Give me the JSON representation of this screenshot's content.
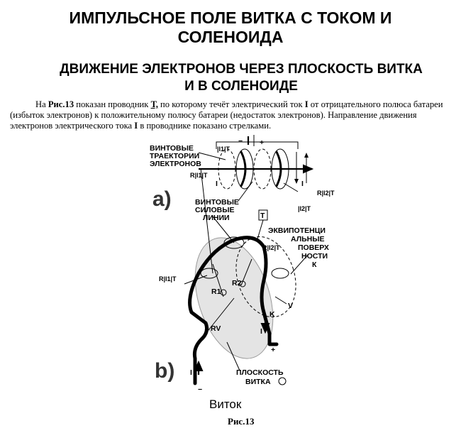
{
  "title": {
    "line1": "ИМПУЛЬСНОЕ ПОЛЕ  ВИТКА С  ТОКОМ   И",
    "line2": "СОЛЕНОИДА"
  },
  "subtitle": {
    "line1": "ДВИЖЕНИЕ  ЭЛЕКТРОНОВ ЧЕРЕЗ ПЛОСКОСТЬ ВИТКА",
    "line2": "И В СОЛЕНОИДЕ"
  },
  "paragraph": {
    "p1": "На ",
    "fig_ref": "Рис.13",
    "p2": " показан проводник ",
    "conductor": "Т,",
    "p3": " по которому течёт электрический ток ",
    "current1": "I",
    "p4": " от отрицательного полюса батареи (избыток электронов) к положительному полюсу батареи (недостаток электронов). Направление движения электронов электрического тока ",
    "current2": "I",
    "p5": " в проводнике показано стрелками."
  },
  "figure": {
    "part_a": "a)",
    "part_b": "b)",
    "label_helical_1": "ВИНТОВЫЕ",
    "label_helical_2": "ТРАЕКТОРИИ",
    "label_helical_3": "ЭЛЕКТРОНОВ",
    "label_lines_1": "ВИНТОВЫЕ",
    "label_lines_2": "СИЛОВЫЕ",
    "label_lines_3": "ЛИНИИ",
    "label_equi_1": "ЭКВИПОТЕНЦИ",
    "label_equi_2": "АЛЬНЫЕ",
    "label_equi_3": "ПОВЕРХ",
    "label_equi_4": "НОСТИ",
    "label_equi_5": "К",
    "label_plane_1": "ПЛОСКОСТЬ",
    "label_plane_2": "ВИТКА",
    "i1t_top": "|I1|T",
    "r_i1t_a": "R|I1|T",
    "i_a_left": "I",
    "i_a_right": "I",
    "r_i2t_a": "R|I2|T",
    "i2t_a": "|I2|T",
    "t_box": "T",
    "r_i2t_b": "R|I2|T",
    "r_i1t_b": "R|I1|T",
    "r1": "R1",
    "r2": "R2",
    "rv": "RV",
    "v": "V",
    "k": "K",
    "i_b_left": "I",
    "i_b_right": "I",
    "minus_top": "−",
    "plus_top": "+",
    "minus_b": "−",
    "plus_b": "+",
    "caption": "Виток",
    "fig_label": "Рис.13"
  }
}
